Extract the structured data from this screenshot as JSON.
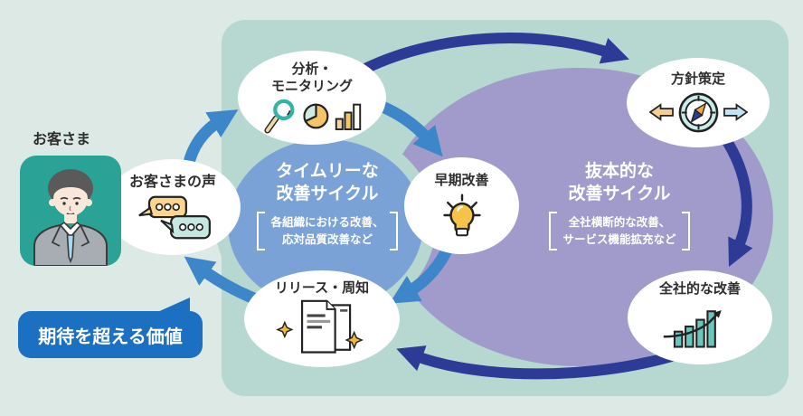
{
  "colors": {
    "background": "#dce9e4",
    "panel": "#b7d7d1",
    "timely_cycle_fill": "#7ba2d7",
    "drastic_cycle_fill": "#a09bcb",
    "inner_arrow": "#3c86c9",
    "outer_arrow": "#2d3a96",
    "value_badge": "#1b70c1",
    "customer_avatar_bg": "#2aa396"
  },
  "customer": {
    "label": "お客さま"
  },
  "value_badge": {
    "label": "期待を超える価値"
  },
  "nodes": {
    "voice": {
      "label": "お客さまの声"
    },
    "analysis": {
      "label_line1": "分析・",
      "label_line2": "モニタリング"
    },
    "policy": {
      "label": "方針策定"
    },
    "early": {
      "label": "早期改善"
    },
    "release": {
      "label": "リリース・周知"
    },
    "company": {
      "label": "全社的な改善"
    }
  },
  "cycles": {
    "timely": {
      "title_line1": "タイムリーな",
      "title_line2": "改善サイクル",
      "note_line1": "各組織における改善、",
      "note_line2": "応対品質改善など"
    },
    "drastic": {
      "title_line1": "抜本的な",
      "title_line2": "改善サイクル",
      "note_line1": "全社横断的な改善、",
      "note_line2": "サービス機能拡充など"
    }
  }
}
